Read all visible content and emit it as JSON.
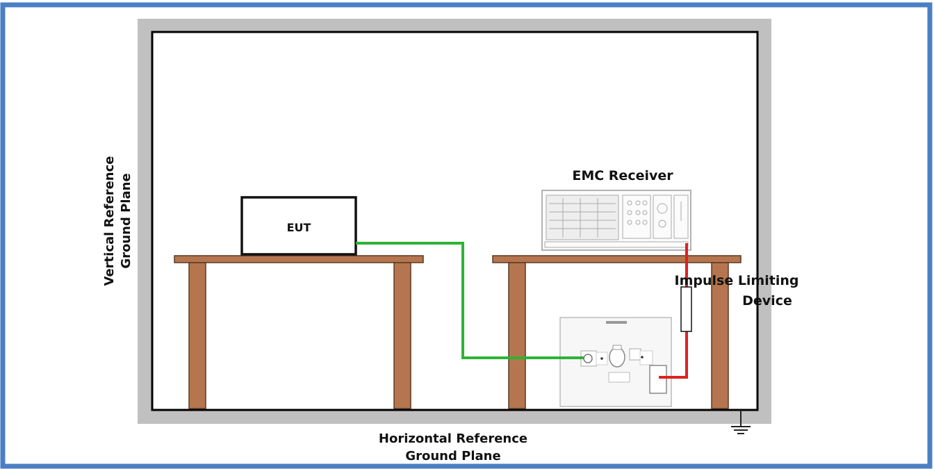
{
  "diagram": {
    "labels": {
      "vertical_plane_line1": "Vertical Reference",
      "vertical_plane_line2": "Ground Plane",
      "horizontal_plane_line1": "Horizontal Reference",
      "horizontal_plane_line2": "Ground Plane",
      "eut": "EUT",
      "receiver": "EMC Receiver",
      "impulse_line1": "Impulse Limiting",
      "impulse_line2": "Device"
    },
    "colors": {
      "frame_border": "#4a7fc4",
      "ground_plane": "#c0c0c0",
      "table_wood": "#b5764f",
      "eut_cable": "#2db335",
      "receiver_cable": "#e02020"
    }
  }
}
